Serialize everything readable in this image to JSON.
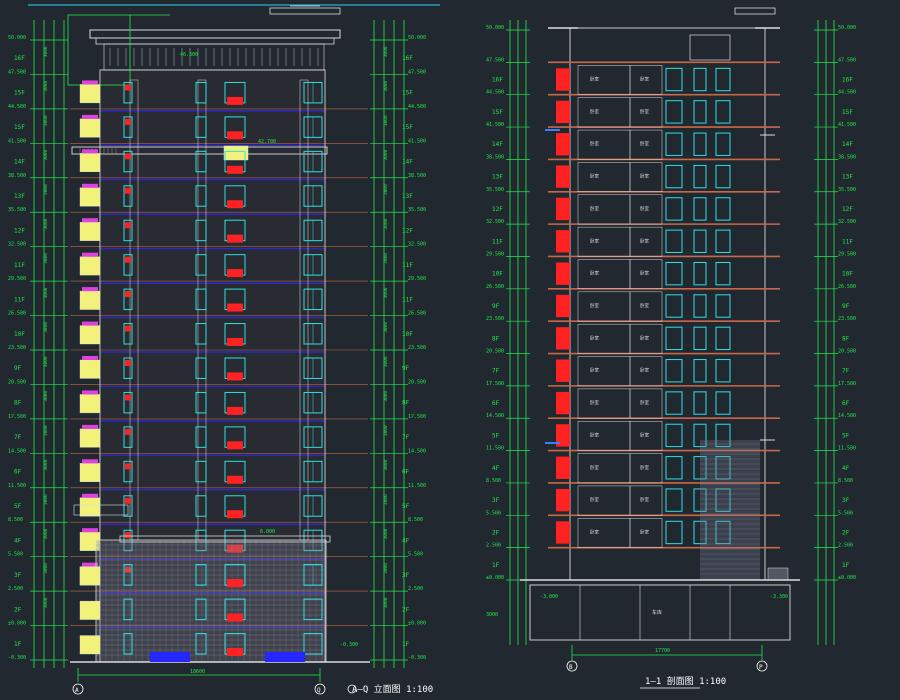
{
  "drawing": {
    "background": "#212830",
    "colors": {
      "frame": "#2bd6f0",
      "dimension": "#22e84a",
      "level_line": "#c8684a",
      "window": "#2ee0e0",
      "balcony_red": "#ff2222",
      "balcony_yellow": "#f2f27a",
      "slab_blue": "#2626ff",
      "stone": "#8a8a9a",
      "outline": "#dcdcdc",
      "magenta": "#e040e0",
      "wall": "#b8a090"
    }
  },
  "left_elevation": {
    "title": "A—Q 立面图 1:100",
    "axis_left": "A",
    "axis_right": "Q",
    "total_width_dim": "18600",
    "floor_labels": [
      "16F",
      "15F",
      "15F",
      "14F",
      "13F",
      "12F",
      "11F",
      "11F",
      "10F",
      "9F",
      "8F",
      "7F",
      "6F",
      "5F",
      "4F",
      "3F",
      "2F",
      "1F"
    ],
    "level_marks": [
      "50.000",
      "47.500",
      "44.500",
      "41.500",
      "38.500",
      "35.500",
      "32.500",
      "29.500",
      "26.500",
      "23.500",
      "20.500",
      "17.500",
      "14.500",
      "11.500",
      "8.500",
      "5.500",
      "2.500",
      "±0.000",
      "-0.300"
    ],
    "floor_heights": [
      "3000",
      "3000",
      "3000",
      "3000",
      "3000",
      "3000",
      "3000",
      "3000",
      "3000",
      "3000",
      "3000",
      "3000",
      "3000",
      "3000",
      "3000",
      "3000",
      "3000"
    ],
    "roof_note": "46.300",
    "cornice_note": "42.700",
    "podium_note": "6.000",
    "base_note": "-0.300"
  },
  "right_section": {
    "title": "1—1 剖面图 1:100",
    "axis_left": "B",
    "axis_right": "P",
    "total_width_dim": "17700",
    "floor_labels": [
      "16F",
      "15F",
      "14F",
      "13F",
      "12F",
      "11F",
      "10F",
      "9F",
      "8F",
      "7F",
      "6F",
      "5F",
      "4F",
      "3F",
      "2F",
      "1F"
    ],
    "level_marks": [
      "50.000",
      "47.500",
      "44.500",
      "41.500",
      "38.500",
      "35.500",
      "32.500",
      "29.500",
      "26.500",
      "23.500",
      "20.500",
      "17.500",
      "14.500",
      "11.500",
      "8.500",
      "5.500",
      "2.500",
      "±0.000"
    ],
    "room_label": "卧室",
    "ground_room_label": "车库",
    "basement_left": "-3.000",
    "basement_right": "-3.300",
    "ground_dim": "3000"
  }
}
